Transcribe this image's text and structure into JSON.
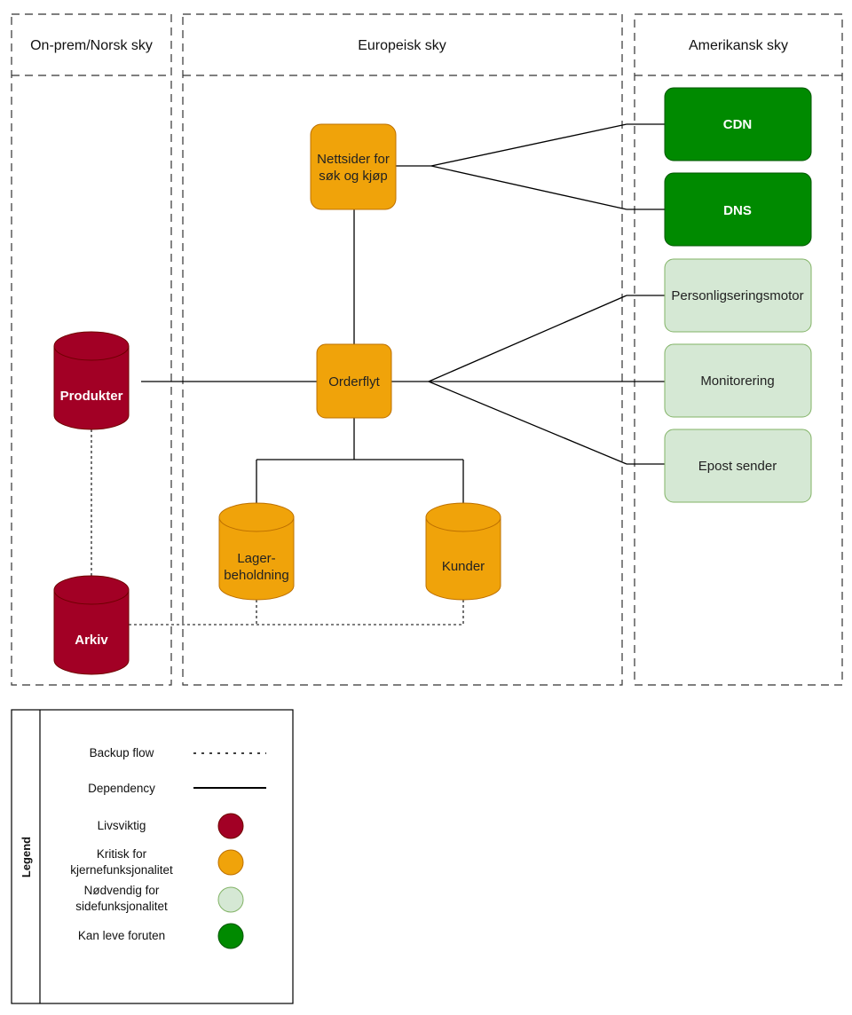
{
  "lanes": {
    "onprem": "On-prem/Norsk sky",
    "europe": "Europeisk sky",
    "america": "Amerikansk sky"
  },
  "nodes": {
    "nettsider_line1": "Nettsider for",
    "nettsider_line2": "søk og kjøp",
    "orderflyt": "Orderflyt",
    "lager_line1": "Lager-",
    "lager_line2": "beholdning",
    "kunder": "Kunder",
    "produkter": "Produkter",
    "arkiv": "Arkiv",
    "cdn": "CDN",
    "dns": "DNS",
    "personlig": "Personligseringsmotor",
    "monitorering": "Monitorering",
    "epost": "Epost sender"
  },
  "legend": {
    "title": "Legend",
    "backup": "Backup flow",
    "dependency": "Dependency",
    "livsviktig": "Livsviktig",
    "kritisk_line1": "Kritisk for",
    "kritisk_line2": "kjernefunksjonalitet",
    "nodvendig_line1": "Nødvendig for",
    "nodvendig_line2": "sidefunksjonalitet",
    "kan_leve": "Kan leve foruten"
  },
  "colors": {
    "red": "#a20025",
    "orange": "#f0a30a",
    "orange_stroke": "#bd7000",
    "light_green": "#d5e8d4",
    "light_green_stroke": "#82b366",
    "dark_green": "#008a00",
    "dark_green_stroke": "#005700"
  }
}
